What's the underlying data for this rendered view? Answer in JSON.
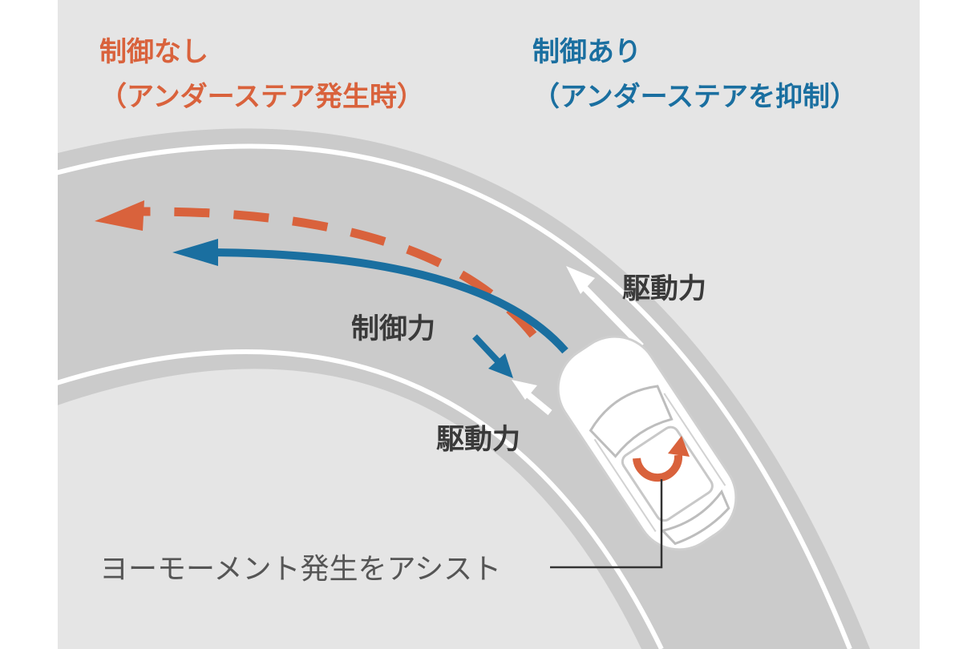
{
  "colors": {
    "orange": "#d9623c",
    "blue": "#1a6fa0",
    "dark_text": "#3a3a3a",
    "grey_text": "#555555",
    "road": "#cbcbcb",
    "background": "#e5e5e5",
    "lane_line": "#ffffff"
  },
  "legend": {
    "without_control": {
      "line1": "制御なし",
      "line2": "（アンダーステア発生時）"
    },
    "with_control": {
      "line1": "制御あり",
      "line2": "（アンダーステアを抑制）"
    }
  },
  "labels": {
    "drive_force_outer": "駆動力",
    "drive_force_inner": "駆動力",
    "control_force": "制御力",
    "yaw_moment": "ヨーモーメント発生をアシスト"
  },
  "icons": {
    "car": "car-top-view-icon",
    "yaw": "rotation-arrow-icon"
  }
}
